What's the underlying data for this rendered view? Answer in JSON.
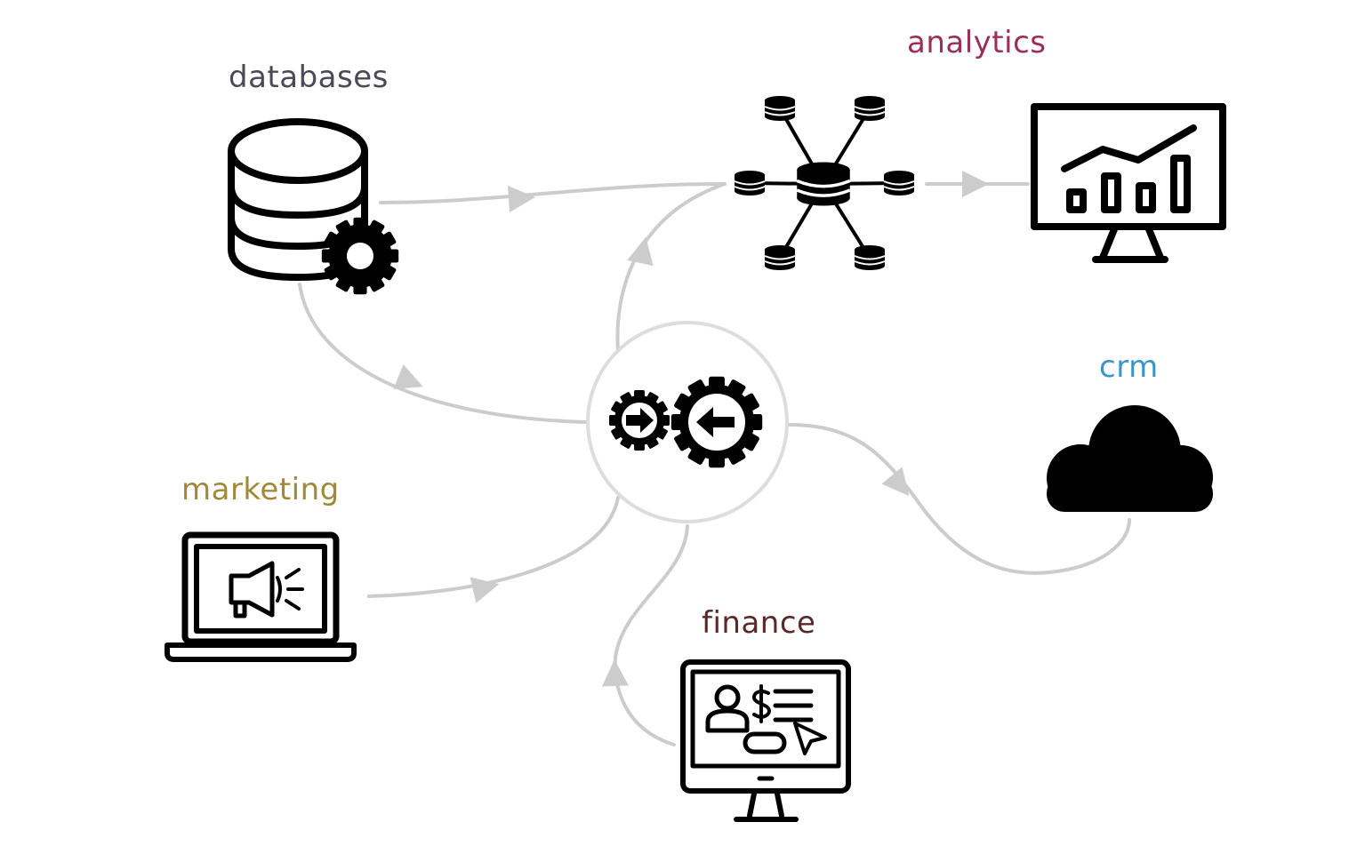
{
  "labels": {
    "databases": "databases",
    "analytics": "analytics",
    "crm": "crm",
    "marketing": "marketing",
    "finance": "finance"
  },
  "colors": {
    "databases": "#4a4a55",
    "analytics": "#9b2f55",
    "crm": "#3a95c9",
    "marketing": "#a08a3a",
    "finance": "#5a2a2a",
    "connector": "#cccccc",
    "hub_ring": "#dddddd",
    "icon": "#000000"
  },
  "icons": {
    "databases": "database-gear-icon",
    "hub": "gears-sync-icon",
    "analytics_network": "database-network-icon",
    "analytics_monitor": "monitor-chart-icon",
    "crm": "cloud-icon",
    "marketing": "laptop-megaphone-icon",
    "finance": "monitor-invoice-icon"
  }
}
